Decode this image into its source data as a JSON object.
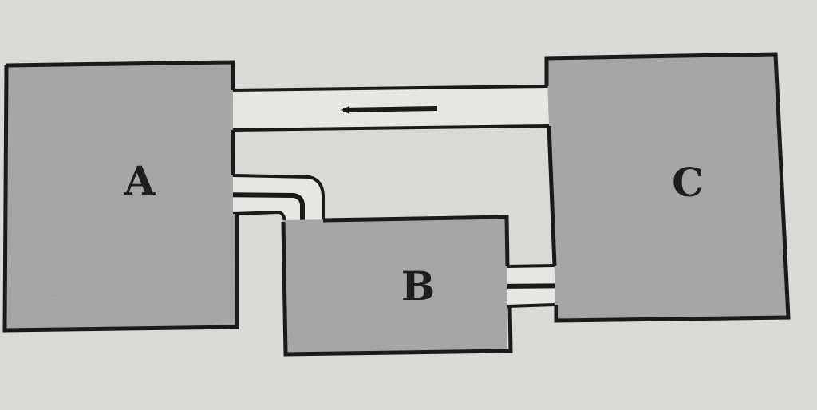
{
  "diagram": {
    "compartments": [
      {
        "id": "A",
        "label": "A"
      },
      {
        "id": "B",
        "label": "B"
      },
      {
        "id": "C",
        "label": "C"
      }
    ],
    "flows": [
      {
        "from": "C",
        "to": "A"
      },
      {
        "from": "A",
        "to": "B"
      },
      {
        "from": "B",
        "to": "C"
      }
    ],
    "colors": {
      "background": "#d9d9d6",
      "compartment_fill": "#999999",
      "outline": "#1a1a1a",
      "channel_fill": "#e6e6e3"
    }
  }
}
